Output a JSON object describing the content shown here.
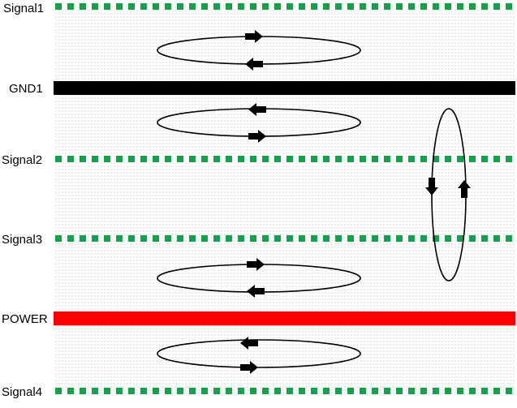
{
  "layers": [
    {
      "label": "Signal1",
      "kind": "signal"
    },
    {
      "label": "GND1",
      "kind": "plane"
    },
    {
      "label": "Signal2",
      "kind": "signal"
    },
    {
      "label": "Signal3",
      "kind": "signal"
    },
    {
      "label": "POWER",
      "kind": "plane"
    },
    {
      "label": "Signal4",
      "kind": "signal"
    }
  ],
  "colors": {
    "signal_trace": "#11a24a",
    "gnd_plane": "#000000",
    "power_plane": "#ff0000",
    "dielectric_dots": "#9ea4a8",
    "loop_line": "#000000"
  },
  "current_loops": [
    {
      "between": [
        "Signal1",
        "GND1"
      ],
      "top_arrow": "right",
      "bottom_arrow": "left"
    },
    {
      "between": [
        "GND1",
        "Signal2"
      ],
      "top_arrow": "left",
      "bottom_arrow": "right"
    },
    {
      "between": [
        "Signal3",
        "POWER"
      ],
      "top_arrow": "right",
      "bottom_arrow": "left"
    },
    {
      "between": [
        "POWER",
        "Signal4"
      ],
      "top_arrow": "left",
      "bottom_arrow": "right"
    },
    {
      "between": [
        "Signal2",
        "Signal3"
      ],
      "orientation": "vertical",
      "left_arrow": "down",
      "right_arrow": "up"
    }
  ]
}
